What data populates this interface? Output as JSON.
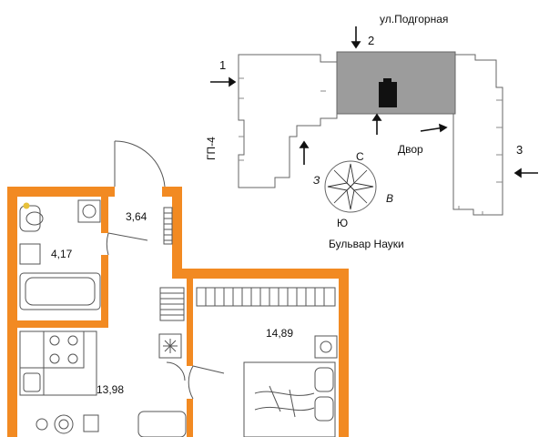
{
  "site_plan": {
    "street_top": "ул.Подгорная",
    "street_bottom": "Бульвар Науки",
    "building_code": "ГП-4",
    "courtyard": "Двор",
    "entrances": [
      "1",
      "2",
      "3"
    ],
    "compass": {
      "north": "С",
      "south": "Ю",
      "west": "З",
      "east": "В"
    }
  },
  "floor_plan": {
    "rooms": [
      {
        "name": "hallway",
        "area": "3,64"
      },
      {
        "name": "bathroom",
        "area": "4,17"
      },
      {
        "name": "living-room",
        "area": "14,89"
      },
      {
        "name": "kitchen",
        "area": "13,98"
      }
    ]
  },
  "colors": {
    "wall": "#f28a22",
    "highlight_section": "#9c9c9c",
    "apartment_mark": "#111111"
  }
}
